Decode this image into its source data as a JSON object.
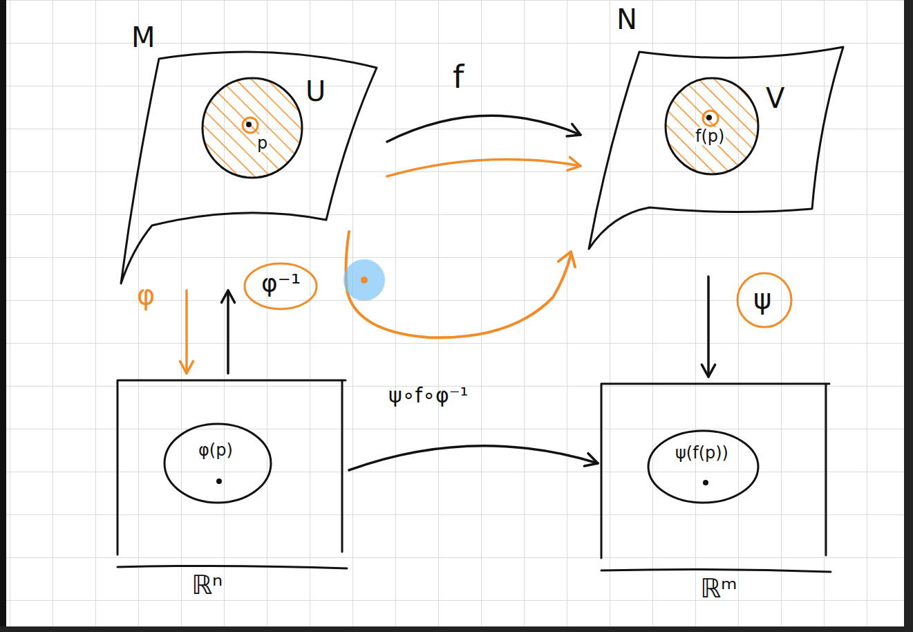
{
  "diagram": {
    "nodes": [
      {
        "text": [
          "M"
        ]
      },
      {
        "text": [
          "U",
          "p"
        ],
        "in": 0
      },
      {
        "text": [
          "N"
        ]
      },
      {
        "text": [
          "V",
          "f(p)"
        ],
        "in": 2
      },
      {
        "text": [
          "ℝⁿ"
        ]
      },
      {
        "text": [
          "φ(p)"
        ],
        "in": 4
      },
      {
        "text": [
          "ℝᵐ"
        ]
      },
      {
        "text": [
          "ψ(f(p))"
        ],
        "in": 6
      }
    ],
    "edges": [
      {
        "from": 0,
        "to": 2,
        "label": "f",
        "arrow": "to"
      },
      {
        "from": 0,
        "to": 2,
        "arrow": "to"
      },
      {
        "from": 0,
        "to": 4,
        "label": "φ",
        "arrow": "to"
      },
      {
        "from": 4,
        "to": 0,
        "label": "φ⁻¹",
        "arrow": "to"
      },
      {
        "from": 2,
        "to": 6,
        "label": "ψ",
        "arrow": "to"
      },
      {
        "from": 4,
        "to": 6,
        "label": "ψ∘f∘φ⁻¹",
        "arrow": "to"
      }
    ]
  }
}
